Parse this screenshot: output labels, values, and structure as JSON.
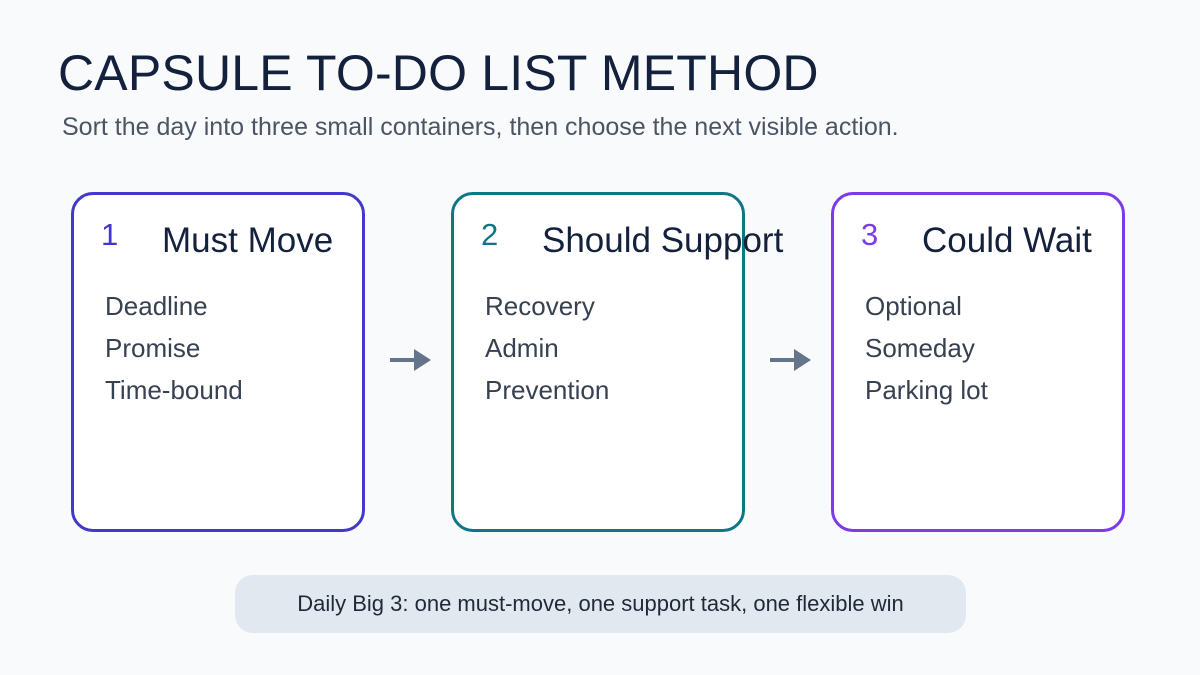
{
  "header": {
    "title": "CAPSULE TO-DO LIST METHOD",
    "subtitle": "Sort the day into three small containers, then choose the next visible action."
  },
  "capsules": [
    {
      "number": "1",
      "title": "Must Move",
      "items": [
        "Deadline",
        "Promise",
        "Time-bound"
      ],
      "color": "#4338ca"
    },
    {
      "number": "2",
      "title": "Should Support",
      "items": [
        "Recovery",
        "Admin",
        "Prevention"
      ],
      "color": "#0f7686"
    },
    {
      "number": "3",
      "title": "Could Wait",
      "items": [
        "Optional",
        "Someday",
        "Parking lot"
      ],
      "color": "#7c3aed"
    }
  ],
  "footer": {
    "note": "Daily Big 3: one must-move, one support task, one flexible win"
  },
  "colors": {
    "background": "#f8fafc",
    "arrow": "#64748b",
    "banner": "#e2e8f0"
  }
}
